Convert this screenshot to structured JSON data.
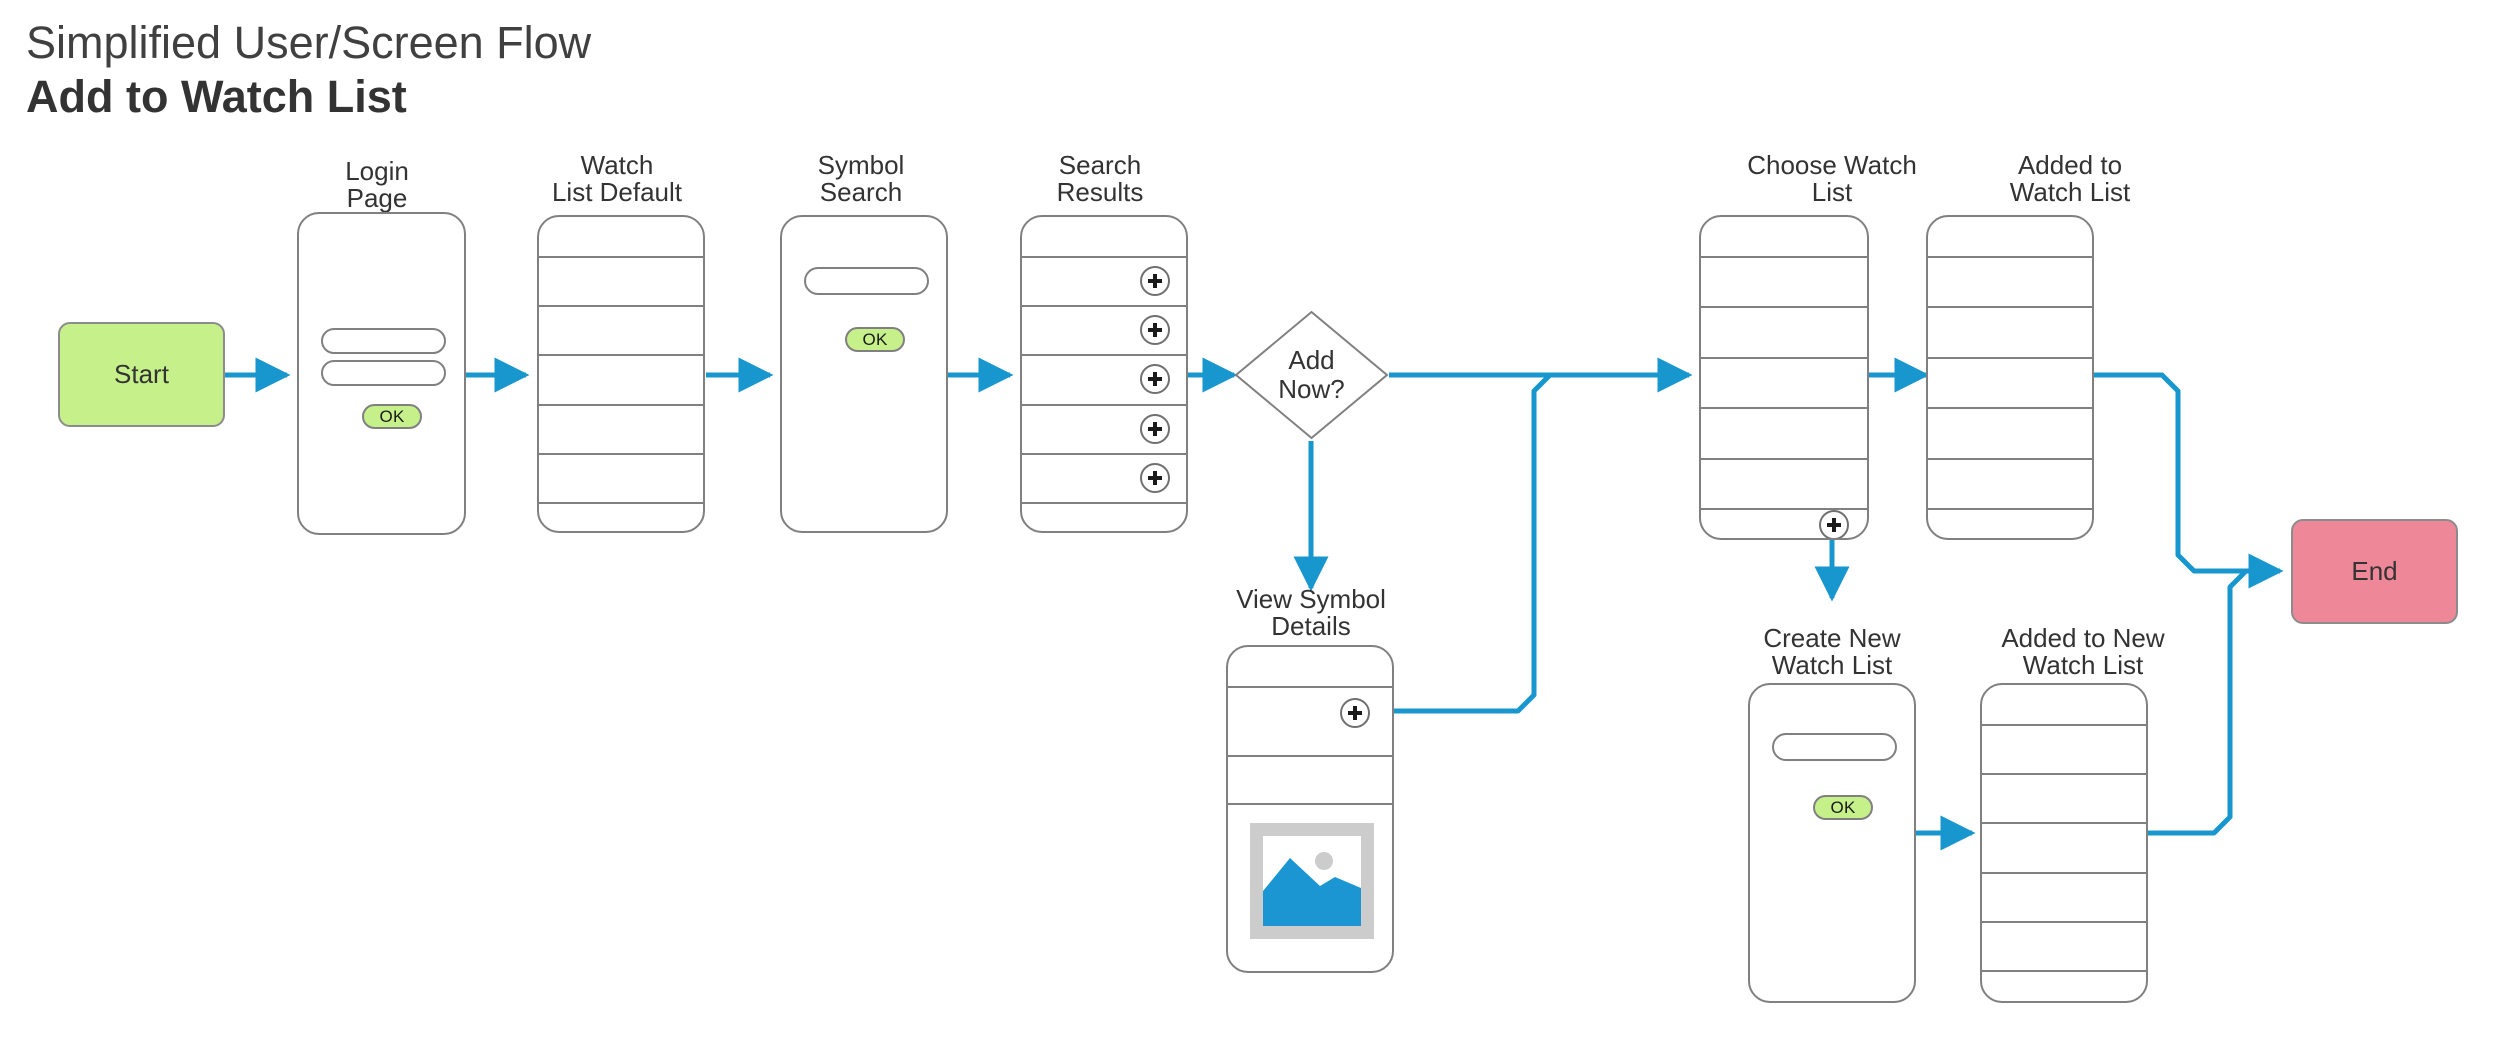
{
  "header": {
    "subtitle": "Simplified User/Screen Flow",
    "title": "Add to Watch List"
  },
  "colors": {
    "connector": "#1896ce",
    "start_fill": "#c6f08a",
    "end_fill": "#ee8899",
    "ok_fill": "#c6f08a",
    "frame_stroke": "#808080",
    "image_frame": "#cccccc",
    "image_art": "#1b96d3",
    "text": "#333333"
  },
  "nodes": {
    "start": {
      "label": "Start"
    },
    "end": {
      "label": "End"
    },
    "decision": {
      "label": "Add\nNow?"
    },
    "login_page": {
      "label": "Login\nPage",
      "ok_label": "OK",
      "input_count": 2
    },
    "watch_list_default": {
      "label": "Watch\nList Default",
      "row_count": 7
    },
    "symbol_search": {
      "label": "Symbol\nSearch",
      "ok_label": "OK",
      "input_count": 1
    },
    "search_results": {
      "label": "Search\nResults",
      "row_count": 7,
      "plus_count": 5,
      "plus_icon": "plus-circle-icon"
    },
    "view_symbol_details": {
      "label": "View Symbol\nDetails",
      "row_count": 4,
      "plus_icon": "plus-circle-icon",
      "image_icon": "image-placeholder-icon"
    },
    "choose_watch_list": {
      "label": "Choose Watch\nList",
      "row_count": 7,
      "plus_icon": "plus-circle-icon"
    },
    "added_to_watch_list": {
      "label": "Added to\nWatch List",
      "row_count": 7
    },
    "create_new_watch_list": {
      "label": "Create New\nWatch List",
      "ok_label": "OK",
      "input_count": 1
    },
    "added_to_new_watch_list": {
      "label": "Added to New\nWatch List",
      "row_count": 7
    }
  },
  "flow": [
    {
      "from": "start",
      "to": "login_page"
    },
    {
      "from": "login_page",
      "to": "watch_list_default"
    },
    {
      "from": "watch_list_default",
      "to": "symbol_search"
    },
    {
      "from": "symbol_search",
      "to": "search_results"
    },
    {
      "from": "search_results",
      "to": "decision"
    },
    {
      "from": "decision",
      "to": "choose_watch_list"
    },
    {
      "from": "decision",
      "to": "view_symbol_details"
    },
    {
      "from": "view_symbol_details",
      "to": "choose_watch_list"
    },
    {
      "from": "choose_watch_list",
      "to": "added_to_watch_list"
    },
    {
      "from": "choose_watch_list",
      "to": "create_new_watch_list"
    },
    {
      "from": "create_new_watch_list",
      "to": "added_to_new_watch_list"
    },
    {
      "from": "added_to_watch_list",
      "to": "end"
    },
    {
      "from": "added_to_new_watch_list",
      "to": "end"
    }
  ]
}
